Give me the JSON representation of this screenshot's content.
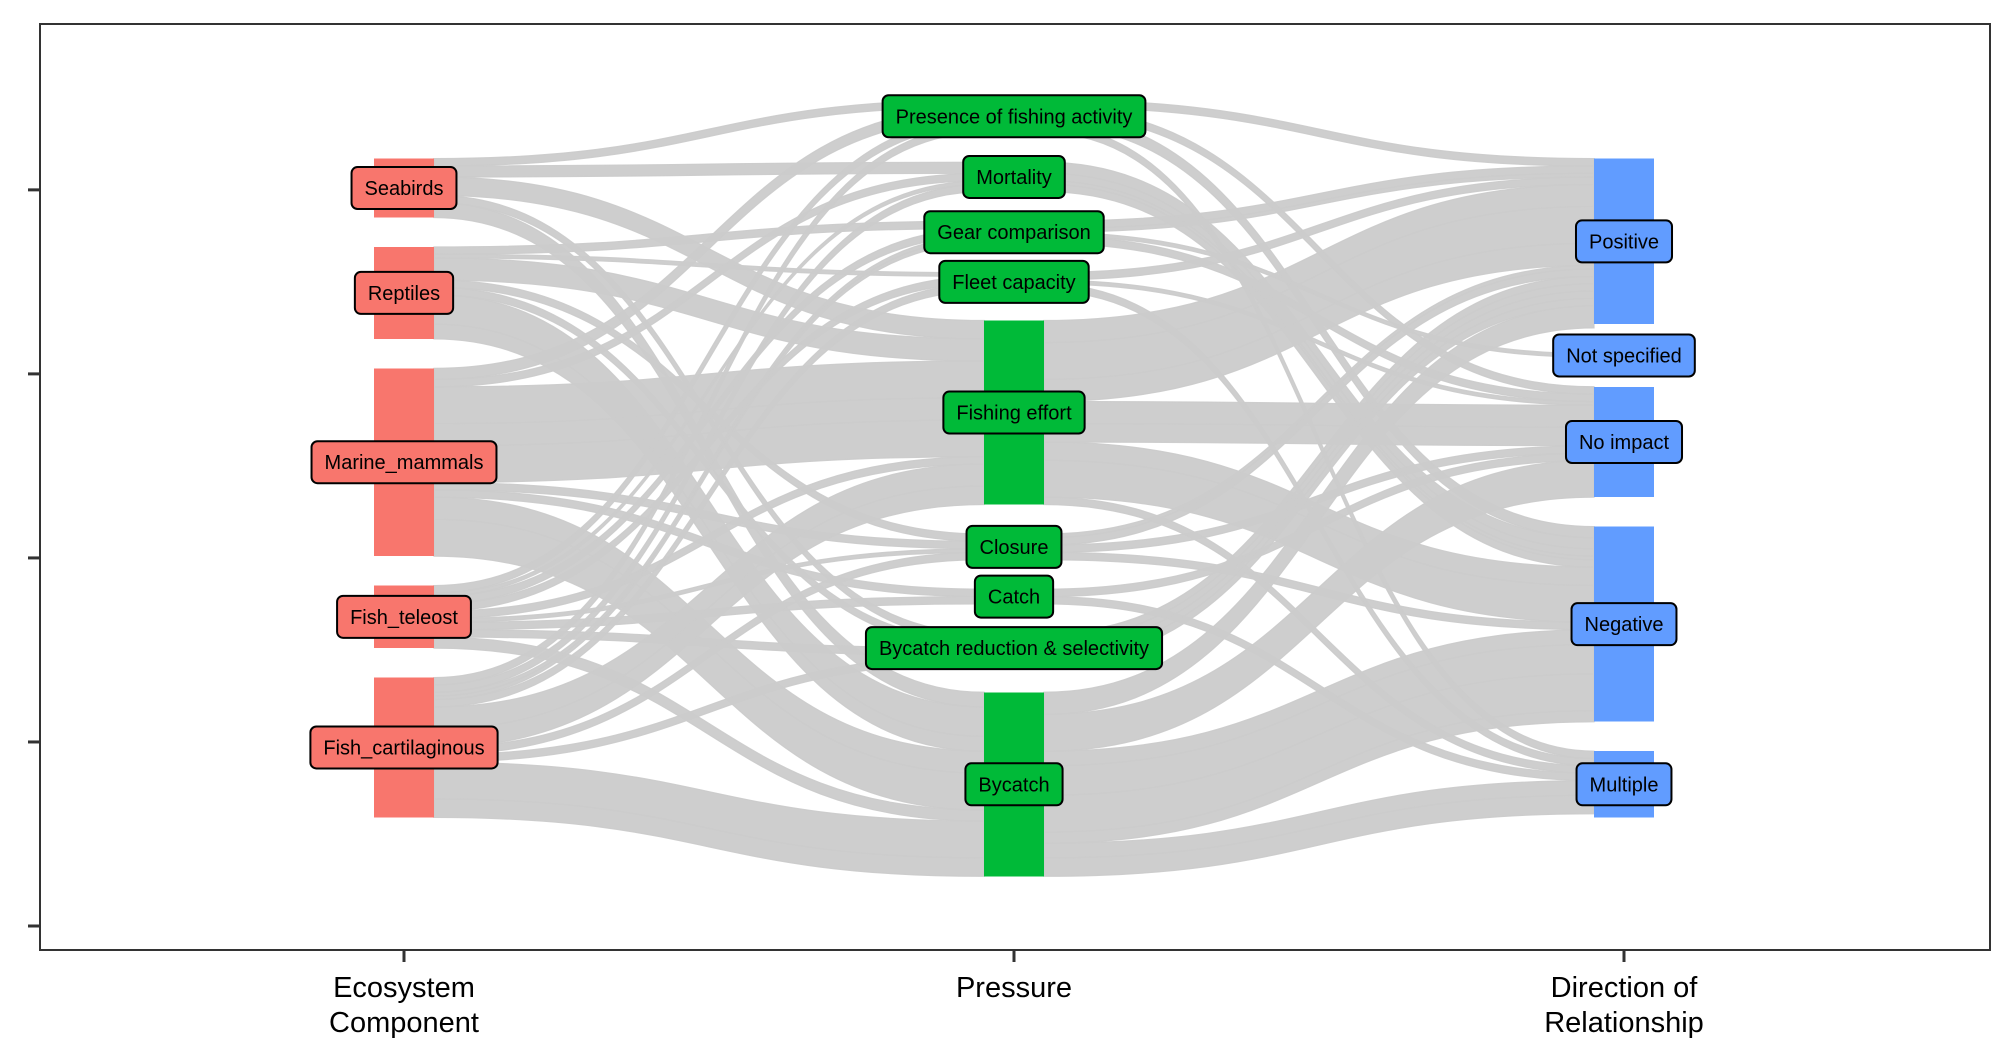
{
  "chart_data": {
    "type": "alluvial",
    "axes": [
      {
        "key": "ecosystem",
        "label_lines": [
          "Ecosystem",
          "Component"
        ]
      },
      {
        "key": "pressure",
        "label_lines": [
          "Pressure"
        ]
      },
      {
        "key": "direction",
        "label_lines": [
          "Direction of",
          "Relationship"
        ]
      }
    ],
    "y_axis": {
      "tick_labels_shown": false,
      "range": [
        0,
        238
      ],
      "tick_values": [
        0,
        50,
        100,
        150,
        200
      ]
    },
    "grid": false,
    "colors": {
      "ecosystem": "#f8766d",
      "pressure": "#00ba38",
      "direction": "#619cff",
      "flow": "#cbcbcb",
      "frame": "#333333"
    },
    "nodes": {
      "ecosystem": [
        "Seabirds",
        "Reptiles",
        "Marine_mammals",
        "Fish_teleost",
        "Fish_cartilaginous"
      ],
      "pressure": [
        "Presence of fishing activity",
        "Mortality",
        "Gear comparison",
        "Fleet capacity",
        "Fishing effort",
        "Closure",
        "Catch",
        "Bycatch reduction & selectivity",
        "Bycatch"
      ],
      "direction": [
        "Positive",
        "Not specified",
        "No impact",
        "Negative",
        "Multiple"
      ]
    },
    "node_totals": {
      "ecosystem": [
        16,
        25,
        51,
        17,
        38
      ],
      "pressure": [
        9,
        8,
        6,
        5,
        50,
        7,
        4,
        8,
        50
      ],
      "direction": [
        45,
        1,
        30,
        53,
        18
      ]
    },
    "stratum_gap": 8,
    "flows": [
      {
        "eco": "Seabirds",
        "pressure": "Presence of fishing activity",
        "direction": "Positive",
        "value": 2
      },
      {
        "eco": "Seabirds",
        "pressure": "Mortality",
        "direction": "Negative",
        "value": 3
      },
      {
        "eco": "Seabirds",
        "pressure": "Fishing effort",
        "direction": "Negative",
        "value": 5
      },
      {
        "eco": "Seabirds",
        "pressure": "Bycatch reduction & selectivity",
        "direction": "Positive",
        "value": 2
      },
      {
        "eco": "Seabirds",
        "pressure": "Bycatch",
        "direction": "Negative",
        "value": 4
      },
      {
        "eco": "Reptiles",
        "pressure": "Gear comparison",
        "direction": "Positive",
        "value": 2
      },
      {
        "eco": "Reptiles",
        "pressure": "Fleet capacity",
        "direction": "No impact",
        "value": 1
      },
      {
        "eco": "Reptiles",
        "pressure": "Fishing effort",
        "direction": "Positive",
        "value": 6
      },
      {
        "eco": "Reptiles",
        "pressure": "Closure",
        "direction": "No impact",
        "value": 2
      },
      {
        "eco": "Reptiles",
        "pressure": "Bycatch",
        "direction": "Negative",
        "value": 8
      },
      {
        "eco": "Reptiles",
        "pressure": "Bycatch",
        "direction": "Multiple",
        "value": 4
      },
      {
        "eco": "Reptiles",
        "pressure": "Bycatch reduction & selectivity",
        "direction": "Positive",
        "value": 2
      },
      {
        "eco": "Marine_mammals",
        "pressure": "Presence of fishing activity",
        "direction": "Negative",
        "value": 3
      },
      {
        "eco": "Marine_mammals",
        "pressure": "Mortality",
        "direction": "Negative",
        "value": 2
      },
      {
        "eco": "Marine_mammals",
        "pressure": "Fishing effort",
        "direction": "Positive",
        "value": 10
      },
      {
        "eco": "Marine_mammals",
        "pressure": "Fishing effort",
        "direction": "Negative",
        "value": 10
      },
      {
        "eco": "Marine_mammals",
        "pressure": "Fishing effort",
        "direction": "No impact",
        "value": 6
      },
      {
        "eco": "Marine_mammals",
        "pressure": "Closure",
        "direction": "Negative",
        "value": 2
      },
      {
        "eco": "Marine_mammals",
        "pressure": "Catch",
        "direction": "Multiple",
        "value": 2
      },
      {
        "eco": "Marine_mammals",
        "pressure": "Bycatch",
        "direction": "Negative",
        "value": 10
      },
      {
        "eco": "Marine_mammals",
        "pressure": "Bycatch",
        "direction": "Positive",
        "value": 6
      },
      {
        "eco": "Fish_teleost",
        "pressure": "Presence of fishing activity",
        "direction": "No impact",
        "value": 2
      },
      {
        "eco": "Fish_teleost",
        "pressure": "Mortality",
        "direction": "Negative",
        "value": 1
      },
      {
        "eco": "Fish_teleost",
        "pressure": "Gear comparison",
        "direction": "No impact",
        "value": 2
      },
      {
        "eco": "Fish_teleost",
        "pressure": "Fleet capacity",
        "direction": "Multiple",
        "value": 2
      },
      {
        "eco": "Fish_teleost",
        "pressure": "Fishing effort",
        "direction": "Multiple",
        "value": 2
      },
      {
        "eco": "Fish_teleost",
        "pressure": "Closure",
        "direction": "Positive",
        "value": 1
      },
      {
        "eco": "Fish_teleost",
        "pressure": "Catch",
        "direction": "No impact",
        "value": 2
      },
      {
        "eco": "Fish_teleost",
        "pressure": "Bycatch reduction & selectivity",
        "direction": "Positive",
        "value": 2
      },
      {
        "eco": "Fish_teleost",
        "pressure": "Bycatch",
        "direction": "Negative",
        "value": 3
      },
      {
        "eco": "Fish_cartilaginous",
        "pressure": "Presence of fishing activity",
        "direction": "Multiple",
        "value": 2
      },
      {
        "eco": "Fish_cartilaginous",
        "pressure": "Mortality",
        "direction": "Negative",
        "value": 2
      },
      {
        "eco": "Fish_cartilaginous",
        "pressure": "Gear comparison",
        "direction": "Not specified",
        "value": 1
      },
      {
        "eco": "Fish_cartilaginous",
        "pressure": "Gear comparison",
        "direction": "Positive",
        "value": 1
      },
      {
        "eco": "Fish_cartilaginous",
        "pressure": "Fleet capacity",
        "direction": "Positive",
        "value": 2
      },
      {
        "eco": "Fish_cartilaginous",
        "pressure": "Fishing effort",
        "direction": "Positive",
        "value": 6
      },
      {
        "eco": "Fish_cartilaginous",
        "pressure": "Fishing effort",
        "direction": "No impact",
        "value": 5
      },
      {
        "eco": "Fish_cartilaginous",
        "pressure": "Closure",
        "direction": "Positive",
        "value": 2
      },
      {
        "eco": "Fish_cartilaginous",
        "pressure": "Bycatch reduction & selectivity",
        "direction": "Positive",
        "value": 2
      },
      {
        "eco": "Fish_cartilaginous",
        "pressure": "Bycatch",
        "direction": "No impact",
        "value": 10
      },
      {
        "eco": "Fish_cartilaginous",
        "pressure": "Bycatch",
        "direction": "Multiple",
        "value": 5
      }
    ]
  }
}
